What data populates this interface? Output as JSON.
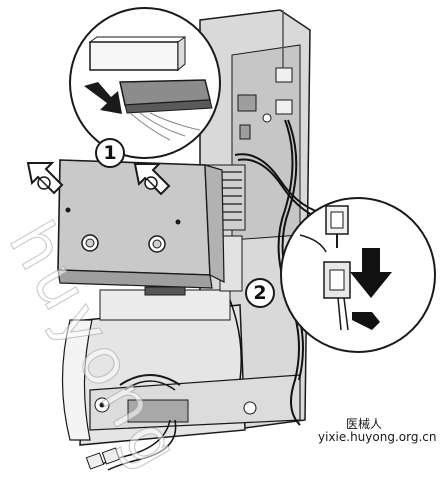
{
  "figure": {
    "step_labels": [
      "1",
      "2"
    ],
    "colors": {
      "chassis": "#d7d7d7",
      "chassis_dark": "#a8a8a8",
      "panel": "#c9c9c9",
      "outline": "#1a1a1a",
      "wire": "#111111",
      "callout_bg": "#ffffff"
    },
    "icons": [
      "arrow-icon",
      "push-arrow-icon",
      "connector-icon",
      "screw-icon"
    ]
  },
  "watermark": {
    "diagonal_text": "huyong",
    "site_name": "医械人",
    "site_url": "yixie.huyong.org.cn"
  }
}
